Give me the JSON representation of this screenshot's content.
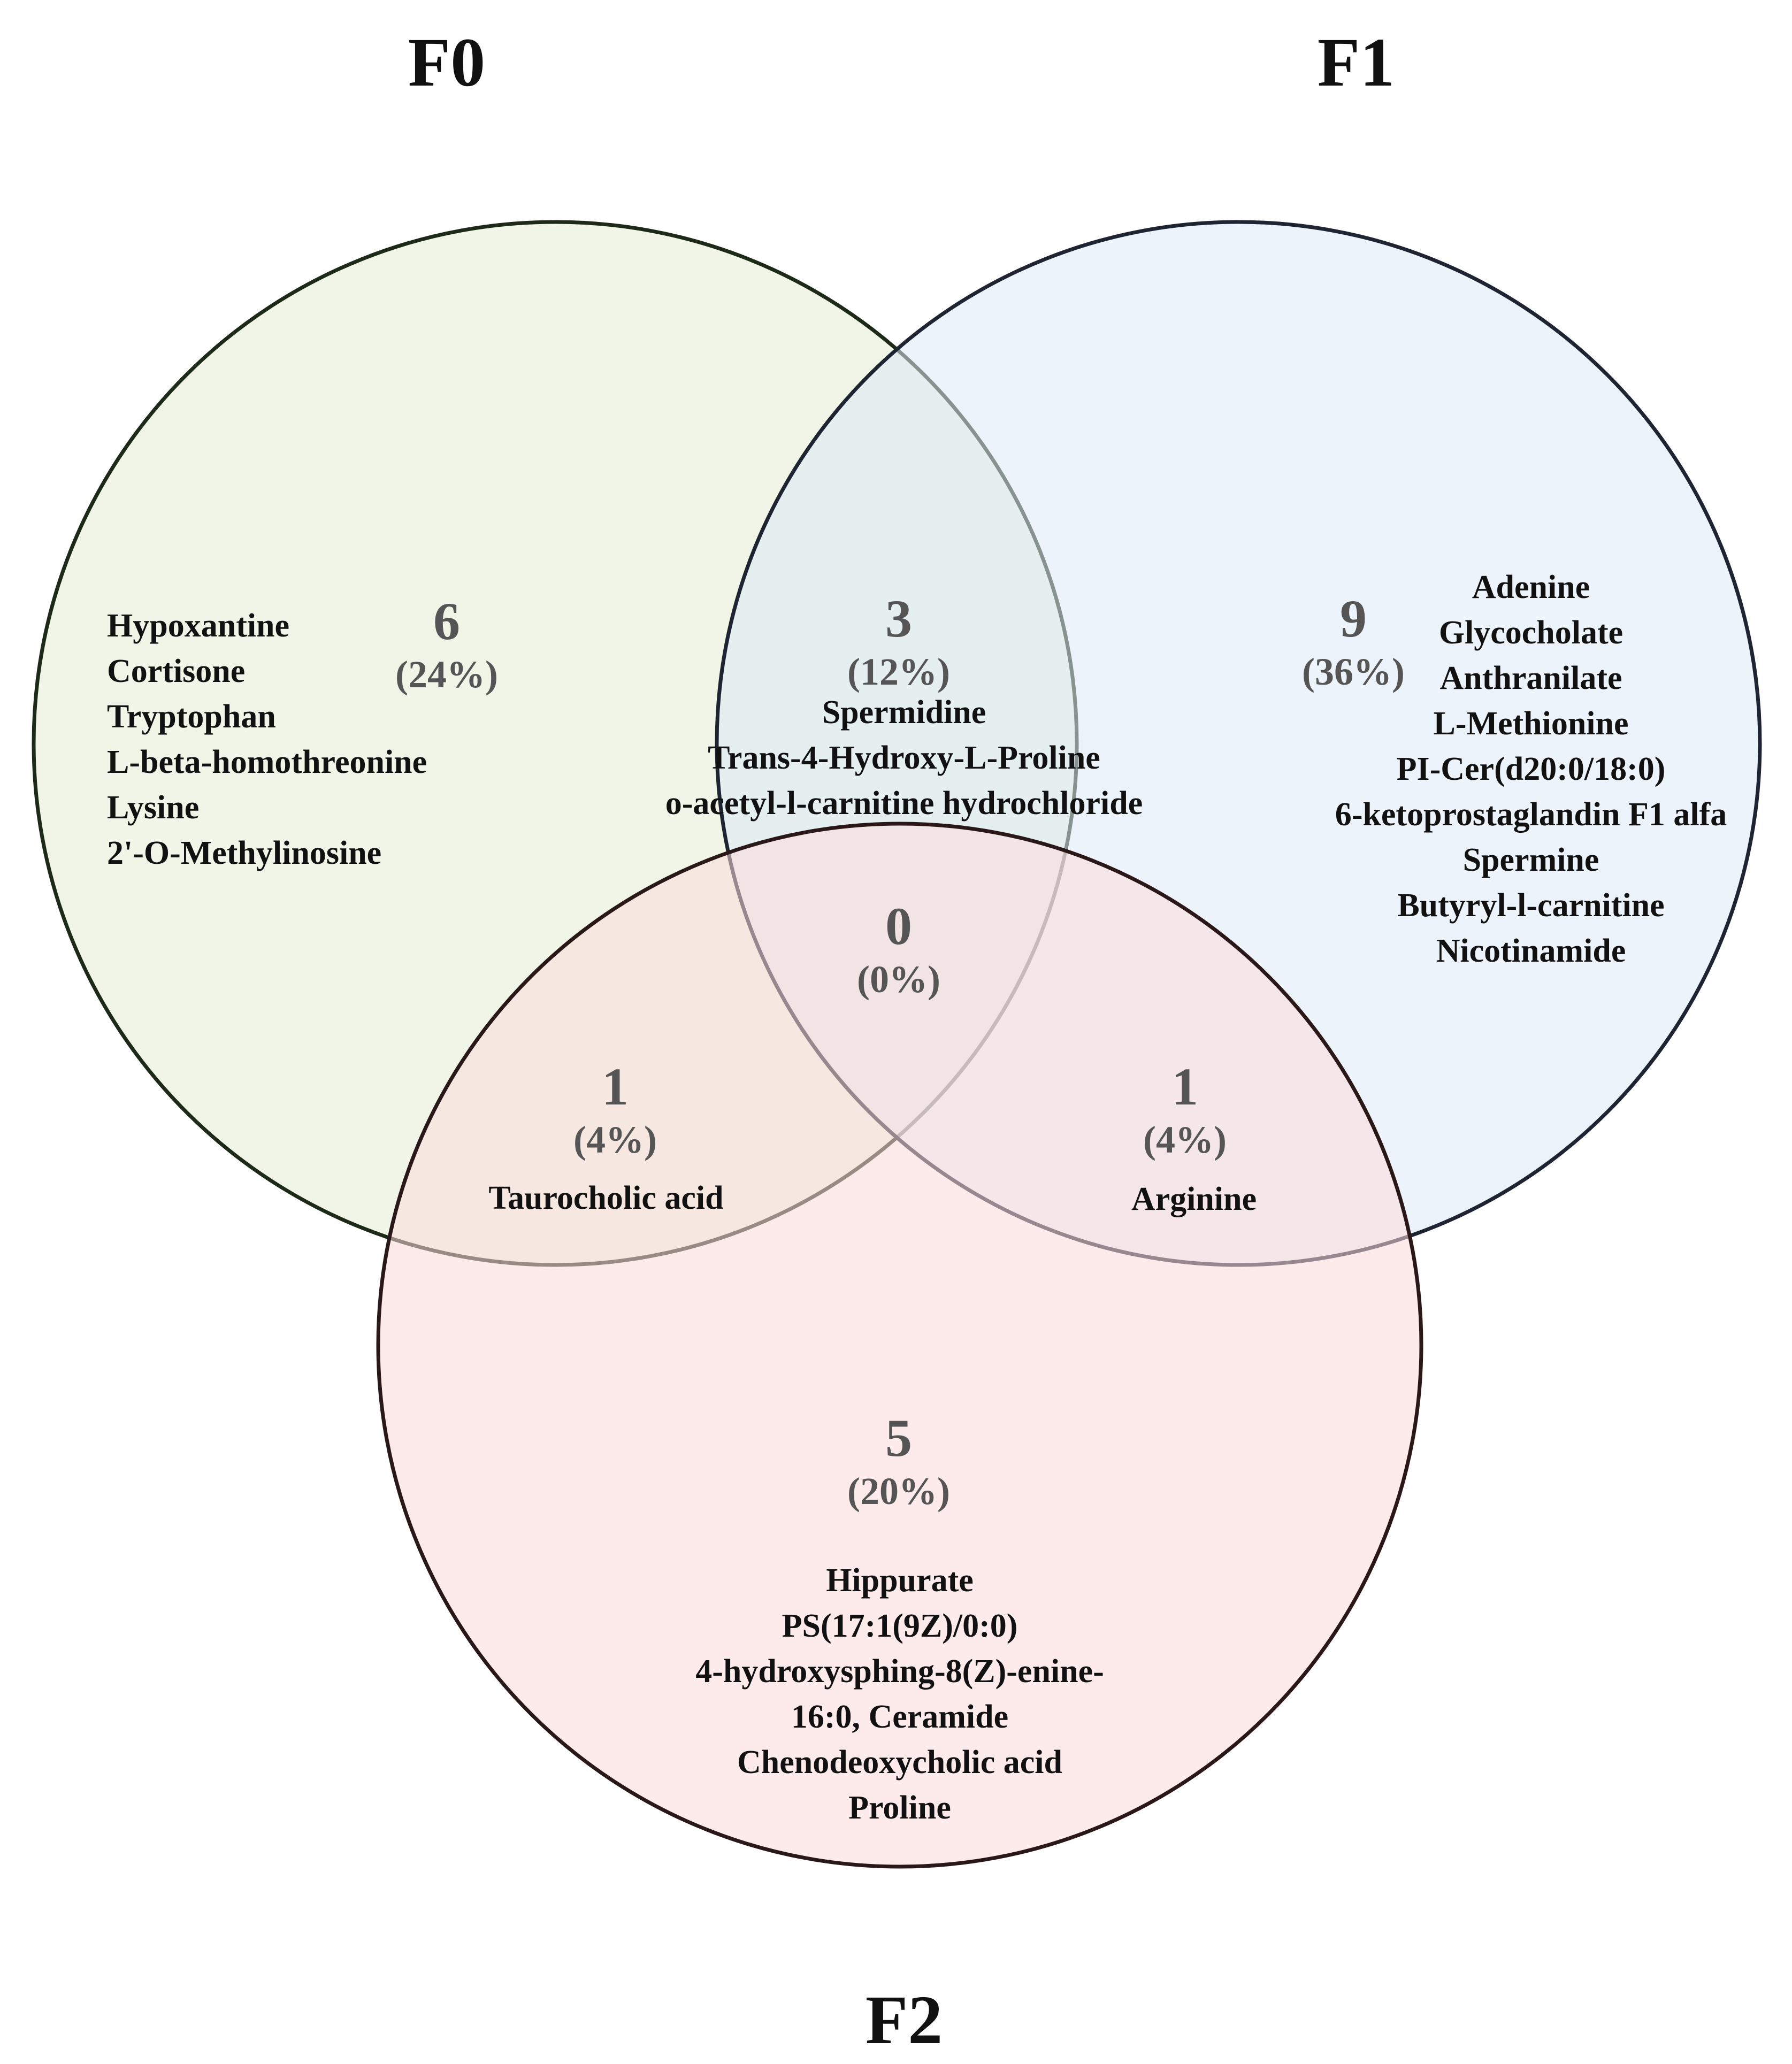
{
  "sets": [
    {
      "key": "f0",
      "label": "F0",
      "fill": "#e3ecd3",
      "stroke": "#1e2a18"
    },
    {
      "key": "f1",
      "label": "F1",
      "fill": "#deeaf6",
      "stroke": "#1e2432"
    },
    {
      "key": "f2",
      "label": "F2",
      "fill": "#fcdadc",
      "stroke": "#2a1818"
    }
  ],
  "regions": {
    "f0_only": {
      "count": "6",
      "percent": "(24%)",
      "items": [
        "Hypoxantine",
        "Cortisone",
        "Tryptophan",
        "L-beta-homothreonine",
        "Lysine",
        "2'-O-Methylinosine"
      ]
    },
    "f1_only": {
      "count": "9",
      "percent": "(36%)",
      "items": [
        "Adenine",
        "Glycocholate",
        "Anthranilate",
        "L-Methionine",
        "PI-Cer(d20:0/18:0)",
        "6-ketoprostaglandin F1 alfa",
        "Spermine",
        "Butyryl-l-carnitine",
        "Nicotinamide"
      ]
    },
    "f2_only": {
      "count": "5",
      "percent": "(20%)",
      "items": [
        "Hippurate",
        "PS(17:1(9Z)/0:0)",
        "4-hydroxysphing-8(Z)-enine-",
        "16:0, Ceramide",
        "Chenodeoxycholic acid",
        "Proline"
      ]
    },
    "f0_f1": {
      "count": "3",
      "percent": "(12%)",
      "items": [
        "Spermidine",
        "Trans-4-Hydroxy-L-Proline",
        "o-acetyl-l-carnitine hydrochloride"
      ]
    },
    "f0_f2": {
      "count": "1",
      "percent": "(4%)",
      "items": [
        "Taurocholic acid"
      ]
    },
    "f1_f2": {
      "count": "1",
      "percent": "(4%)",
      "items": [
        "Arginine"
      ]
    },
    "all": {
      "count": "0",
      "percent": "(0%)",
      "items": []
    }
  }
}
